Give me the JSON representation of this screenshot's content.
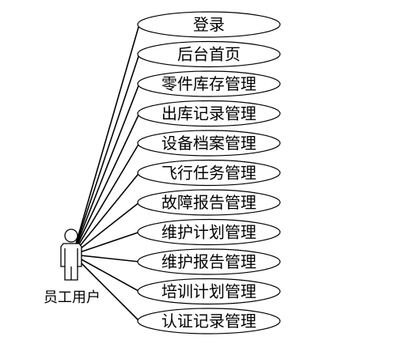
{
  "actor": {
    "label": "员工用户",
    "icon": "person-icon"
  },
  "use_cases": [
    {
      "label": "登录"
    },
    {
      "label": "后台首页"
    },
    {
      "label": "零件库存管理"
    },
    {
      "label": "出库记录管理"
    },
    {
      "label": "设备档案管理"
    },
    {
      "label": "飞行任务管理"
    },
    {
      "label": "故障报告管理"
    },
    {
      "label": "维护计划管理"
    },
    {
      "label": "维护报告管理"
    },
    {
      "label": "培训计划管理"
    },
    {
      "label": "认证记录管理"
    }
  ]
}
